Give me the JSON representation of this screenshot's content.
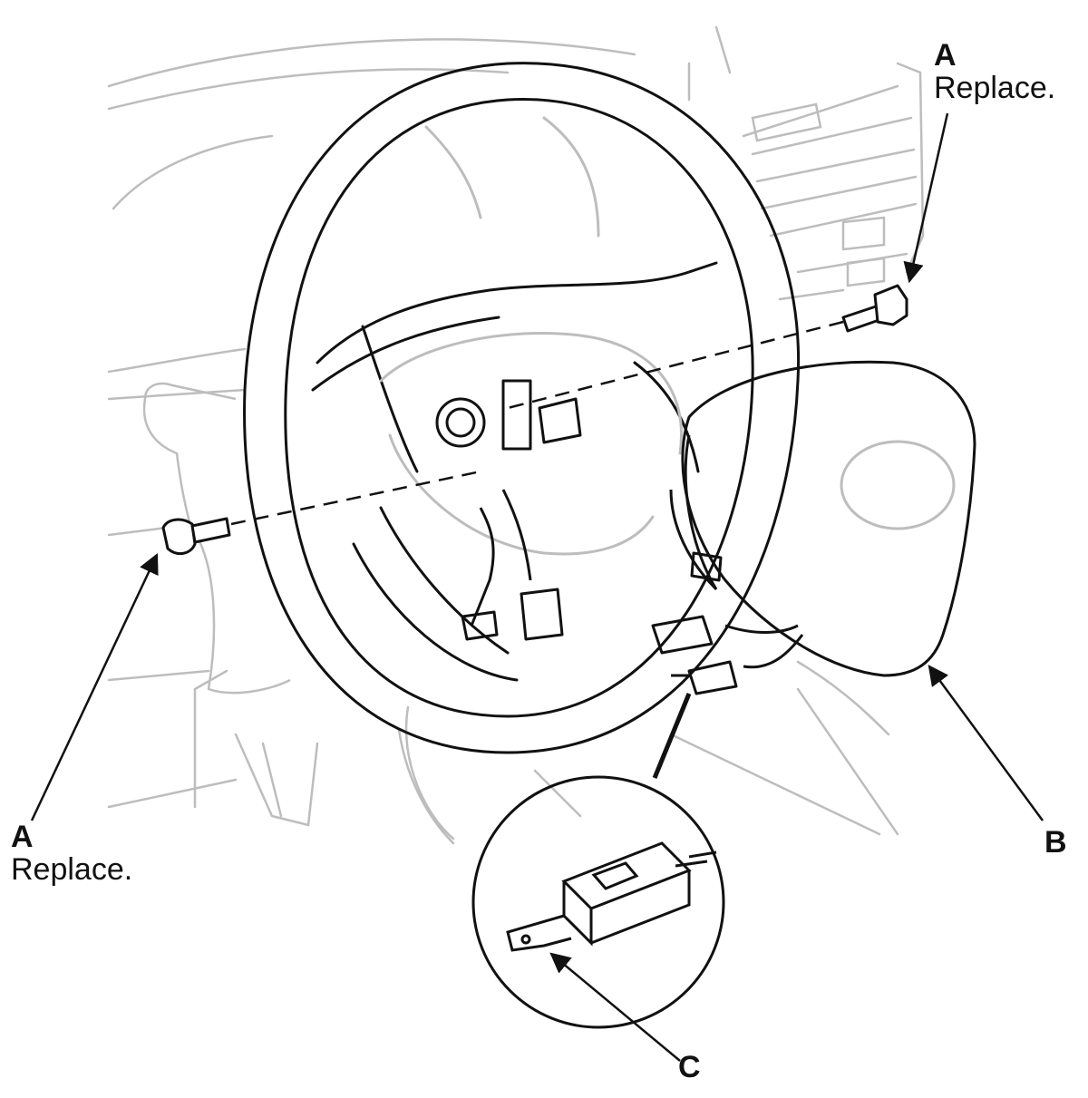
{
  "callouts": {
    "a_right": {
      "letter": "A",
      "note": "Replace."
    },
    "a_left": {
      "letter": "A",
      "note": "Replace."
    },
    "b": {
      "letter": "B"
    },
    "c": {
      "letter": "C"
    }
  },
  "colors": {
    "line": "#111111",
    "background_line": "#bdbdbd",
    "background": "#ffffff"
  }
}
